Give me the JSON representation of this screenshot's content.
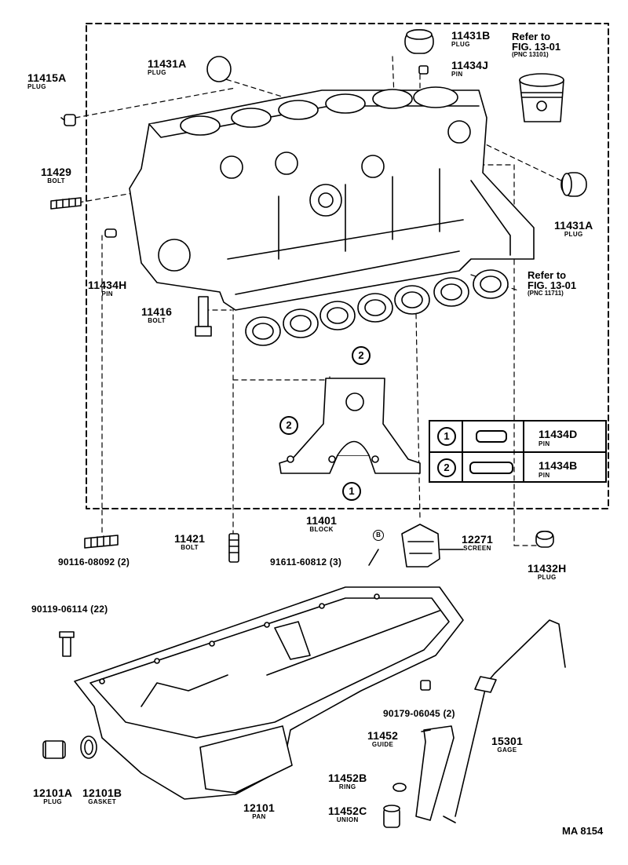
{
  "labels": {
    "p11431B": {
      "num": "11431B",
      "sub": "PLUG"
    },
    "p11434J": {
      "num": "11434J",
      "sub": "PIN"
    },
    "p11431A_top": {
      "num": "11431A",
      "sub": "PLUG"
    },
    "p11415A": {
      "num": "11415A",
      "sub": "PLUG"
    },
    "p11429": {
      "num": "11429",
      "sub": "BOLT"
    },
    "p11431A_right": {
      "num": "11431A",
      "sub": "PLUG"
    },
    "p11434H": {
      "num": "11434H",
      "sub": "PIN"
    },
    "p11416": {
      "num": "11416",
      "sub": "BOLT"
    },
    "p11401": {
      "num": "11401",
      "sub": "BLOCK"
    },
    "p11421": {
      "num": "11421",
      "sub": "BOLT"
    },
    "p90116": {
      "num": "90116-08092 (2)"
    },
    "p91611": {
      "num": "91611-60812 (3)"
    },
    "p12271": {
      "num": "12271",
      "sub": "SCREEN"
    },
    "p11432H": {
      "num": "11432H",
      "sub": "PLUG"
    },
    "p90119": {
      "num": "90119-06114 (22)"
    },
    "p90179": {
      "num": "90179-06045 (2)"
    },
    "p11452": {
      "num": "11452",
      "sub": "GUIDE"
    },
    "p15301": {
      "num": "15301",
      "sub": "GAGE"
    },
    "p11452B": {
      "num": "11452B",
      "sub": "RING"
    },
    "p11452C": {
      "num": "11452C",
      "sub": "UNION"
    },
    "p12101A": {
      "num": "12101A",
      "sub": "PLUG"
    },
    "p12101B": {
      "num": "12101B",
      "sub": "GASKET"
    },
    "p12101": {
      "num": "12101",
      "sub": "PAN"
    }
  },
  "refs": {
    "piston": {
      "line1": "Refer to",
      "line2": "FIG. 13-01",
      "pnc": "(PNC 13101)"
    },
    "bearing": {
      "line1": "Refer to",
      "line2": "FIG. 13-01",
      "pnc": "(PNC 11711)"
    }
  },
  "callouts": {
    "one": "1",
    "two": "2",
    "b": "B"
  },
  "legend": [
    {
      "key": "1",
      "num": "11434D",
      "sub": "PIN"
    },
    {
      "key": "2",
      "num": "11434B",
      "sub": "PIN"
    }
  ],
  "watermark": "MA 8154"
}
